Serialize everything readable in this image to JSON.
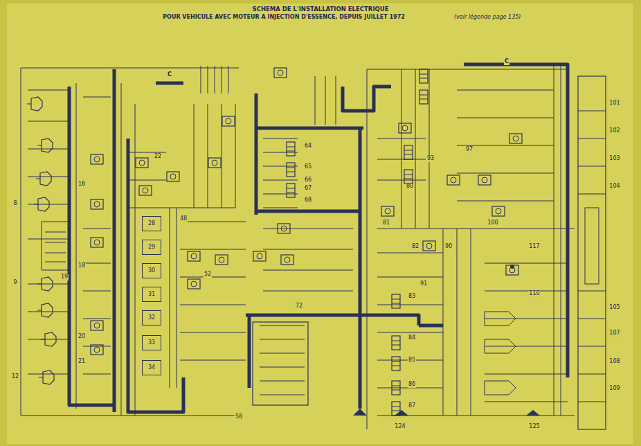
{
  "diagram": {
    "title": "SCHEMA DE L'INSTALLATION ELECTRIQUE",
    "nodes": [
      {
        "text": [
          "28"
        ]
      },
      {
        "text": [
          "29"
        ]
      },
      {
        "text": [
          "30"
        ]
      },
      {
        "text": [
          "31"
        ]
      },
      {
        "text": [
          "32"
        ]
      },
      {
        "text": [
          "33"
        ]
      },
      {
        "text": [
          "34"
        ]
      }
    ],
    "labels": [
      "POUR VEHICULE AVEC MOTEUR A INJECTION D'ESSENCE, DEPUIS JUILLET 1972",
      "(voir légende page 135)",
      "8",
      "9",
      "12",
      "16",
      "18",
      "19",
      "20",
      "21",
      "22",
      "48",
      "52",
      "64",
      "65",
      "66",
      "67",
      "68",
      "72",
      "58",
      "80",
      "81",
      "82",
      "83",
      "84",
      "85",
      "86",
      "87",
      "90",
      "91",
      "93",
      "97",
      "100",
      "101",
      "102",
      "103",
      "104",
      "105",
      "107",
      "108",
      "109",
      "110",
      "117",
      "124",
      "125",
      "C",
      "C"
    ]
  }
}
